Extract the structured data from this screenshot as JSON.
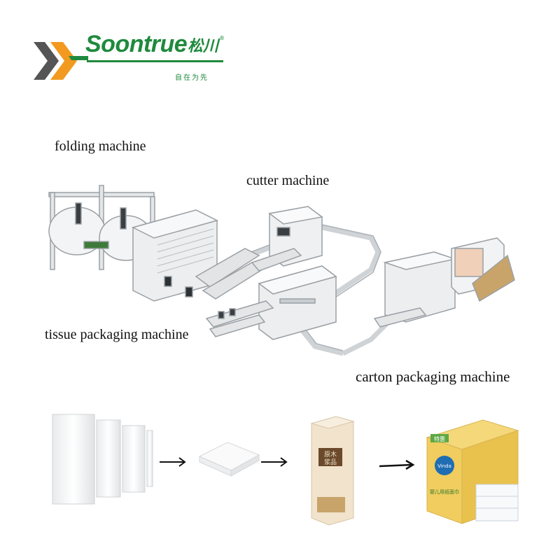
{
  "brand": {
    "name": "Soontrue",
    "name_cn": "松川",
    "registered": "®",
    "slogan": "自在为先",
    "colors": {
      "primary": "#1f8a3d",
      "accent": "#f29a1f",
      "dark": "#555555"
    }
  },
  "labels": {
    "folding": "folding machine",
    "cutter": "cutter machine",
    "tissue": "tissue packaging machine",
    "carton": "carton packaging machine"
  },
  "package": {
    "text_line1": "原木",
    "text_line2": "浆品",
    "box_badge": "特惠",
    "box_brand": "Vinda",
    "box_cn": "婴儿用纸面巾"
  },
  "icons": [
    "logo-chevron-icon",
    "arrow-right-icon"
  ]
}
